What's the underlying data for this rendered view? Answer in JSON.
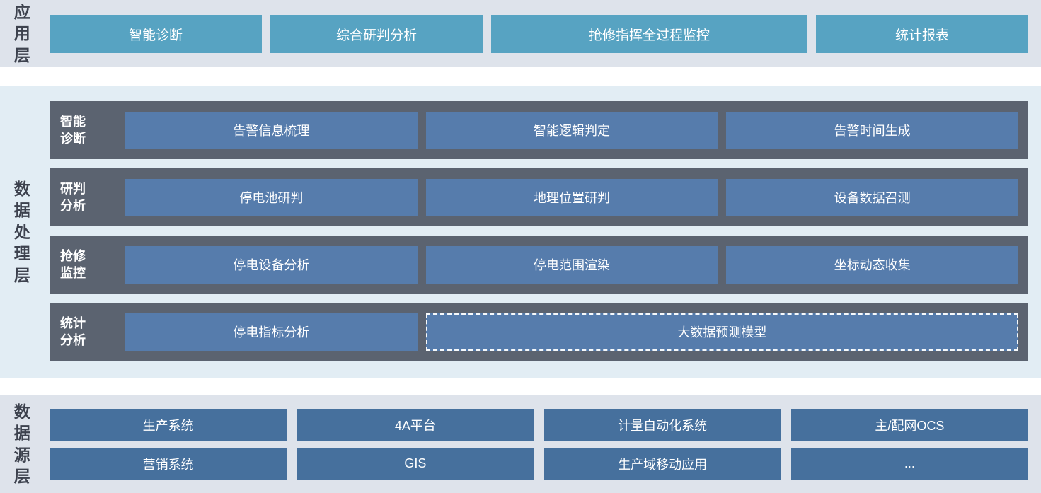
{
  "app_layer": {
    "label": "应用层",
    "buttons": [
      "智能诊断",
      "综合研判分析",
      "抢修指挥全过程监控",
      "统计报表"
    ]
  },
  "processing_layer": {
    "label": "数据处理层",
    "rows": [
      {
        "label": "智能\n诊断",
        "boxes": [
          "告警信息梳理",
          "智能逻辑判定",
          "告警时间生成"
        ]
      },
      {
        "label": "研判\n分析",
        "boxes": [
          "停电池研判",
          "地理位置研判",
          "设备数据召测"
        ]
      },
      {
        "label": "抢修\n监控",
        "boxes": [
          "停电设备分析",
          "停电范围渲染",
          "坐标动态收集"
        ]
      },
      {
        "label": "统计\n分析",
        "boxes": [
          "停电指标分析"
        ],
        "dashed_box": "大数据预测模型"
      }
    ]
  },
  "source_layer": {
    "label": "数据源层",
    "rows": [
      [
        "生产系统",
        "4A平台",
        "计量自动化系统",
        "主/配网OCS"
      ],
      [
        "营销系统",
        "GIS",
        "生产域移动应用",
        "..."
      ]
    ]
  },
  "colors": {
    "app_button_teal": "#57a3c2",
    "proc_row_dark": "#5b6370",
    "proc_box_blue": "#567cac",
    "source_box_blue": "#46709d",
    "band_app_bg": "#dee3eb",
    "band_proc_bg": "#e2edf4",
    "band_src_bg": "#dee3eb",
    "layer_label_text": "#3d424e",
    "box_text": "#ffffff"
  }
}
